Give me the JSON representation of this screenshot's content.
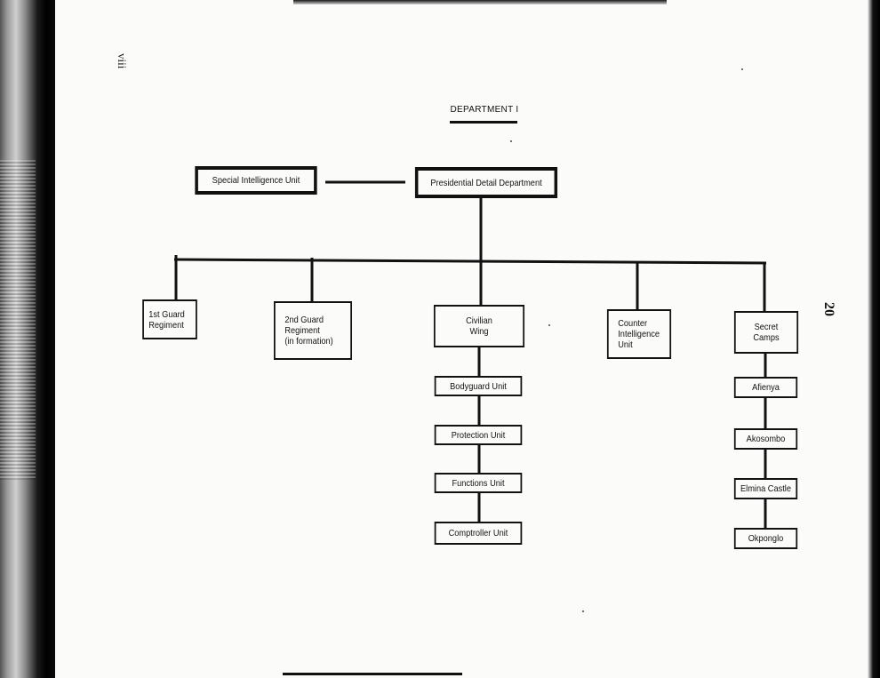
{
  "page": {
    "margin_mark": "viii",
    "page_number": "20"
  },
  "chart": {
    "title": "DEPARTMENT I",
    "nodes": {
      "special_intelligence_unit": "Special Intelligence Unit",
      "presidential_detail_department": "Presidential Detail Department",
      "first_guard_regiment": "1st Guard\nRegiment",
      "second_guard_regiment": "2nd Guard\nRegiment\n(in formation)",
      "civilian_wing": "Civilian\nWing",
      "counter_intelligence_unit": "Counter\nIntelligence\nUnit",
      "secret_camps": "Secret\nCamps",
      "bodyguard_unit": "Bodyguard Unit",
      "protection_unit": "Protection Unit",
      "functions_unit": "Functions Unit",
      "comptroller_unit": "Comptroller Unit",
      "afienya": "Afienya",
      "akosombo": "Akosombo",
      "elmina_castle": "Elmina Castle",
      "okponglo": "Okponglo"
    }
  }
}
